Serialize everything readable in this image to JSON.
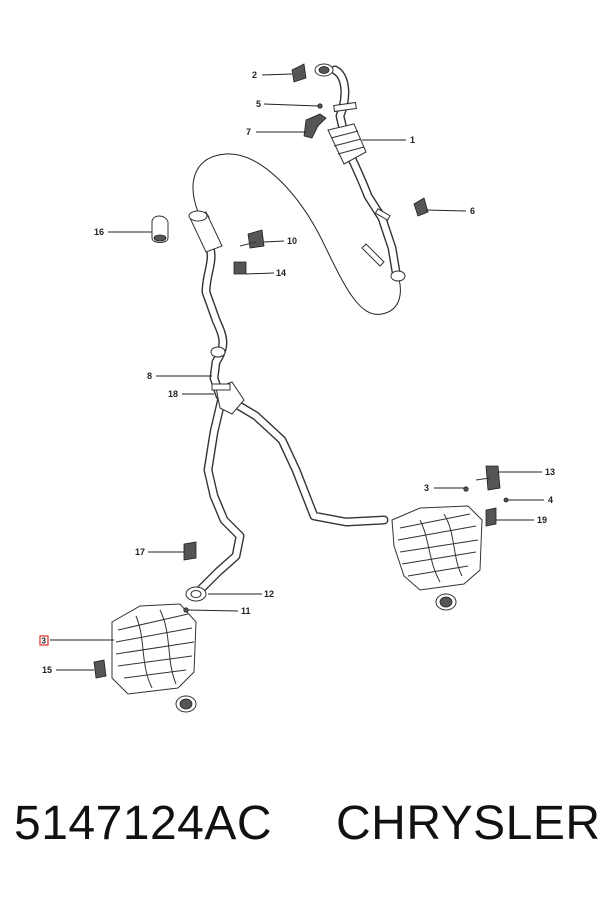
{
  "callouts": {
    "c1": "1",
    "c2": "2",
    "c3a": "3",
    "c3b": "3",
    "c4": "4",
    "c5": "5",
    "c6": "6",
    "c7": "7",
    "c8": "8",
    "c10": "10",
    "c11": "11",
    "c12": "12",
    "c13": "13",
    "c14": "14",
    "c15": "15",
    "c16": "16",
    "c17": "17",
    "c18": "18",
    "c19": "19"
  },
  "highlight_color": "#e0302a",
  "footer": {
    "part_number": "5147124AC",
    "brand": "CHRYSLER"
  }
}
